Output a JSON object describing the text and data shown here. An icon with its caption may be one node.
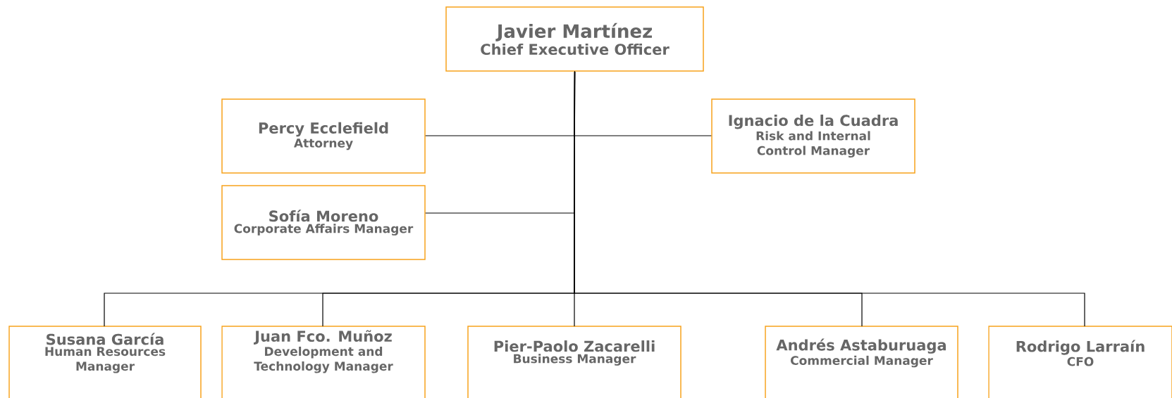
{
  "diagram": {
    "nodes": [
      {
        "text": [
          "Javier Martínez",
          "Chief Executive Officer"
        ]
      },
      {
        "text": [
          "Percy Ecclefield",
          "Attorney"
        ]
      },
      {
        "text": [
          "Ignacio de la Cuadra",
          "Risk and Internal Control Manager"
        ]
      },
      {
        "text": [
          "Sofía Moreno",
          "Corporate Affairs Manager"
        ]
      },
      {
        "text": [
          "Susana García",
          "Human Resources Manager"
        ]
      },
      {
        "text": [
          "Juan Fco. Muñoz",
          "Development and Technology Manager"
        ]
      },
      {
        "text": [
          "Pier-Paolo Zacarelli",
          "Business Manager"
        ]
      },
      {
        "text": [
          "Andrés Astaburuaga",
          "Commercial Manager"
        ]
      },
      {
        "text": [
          "Rodrigo Larraín",
          "CFO"
        ]
      }
    ],
    "edges": [
      {
        "from": 0,
        "to": 1,
        "arrow": "none"
      },
      {
        "from": 0,
        "to": 2,
        "arrow": "none"
      },
      {
        "from": 0,
        "to": 3,
        "arrow": "none"
      },
      {
        "from": 0,
        "to": 4,
        "arrow": "none"
      },
      {
        "from": 0,
        "to": 5,
        "arrow": "none"
      },
      {
        "from": 0,
        "to": 6,
        "arrow": "none"
      },
      {
        "from": 0,
        "to": 7,
        "arrow": "none"
      },
      {
        "from": 0,
        "to": 8,
        "arrow": "none"
      }
    ]
  }
}
